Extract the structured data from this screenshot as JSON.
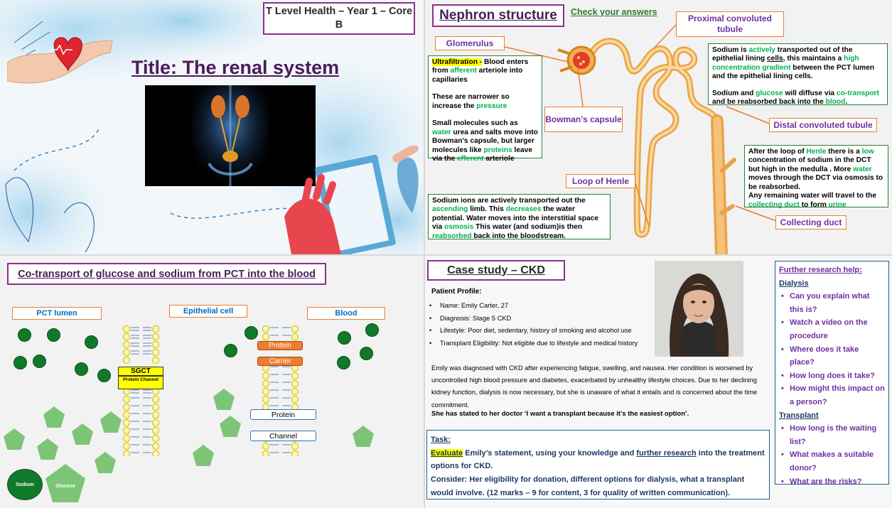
{
  "slide1": {
    "course_label": "T Level Health – Year 1 – Core B",
    "title": "Title: The renal system",
    "heart_icon": "heart-in-hand-icon"
  },
  "slide2": {
    "title": "Nephron structure",
    "check_answers": "Check your answers",
    "labels": {
      "pct": "Proximal convoluted tubule",
      "glomerulus": "Glomerulus",
      "bowmans": "Bowman’s capsule",
      "dct": "Distal convoluted tubule",
      "loop": "Loop of Henle",
      "collecting": "Collecting duct"
    },
    "ultrafiltration": {
      "term": "Ultrafiltration -",
      "p1a": " Blood enters from ",
      "afferent": "afferent",
      "p1b": " arteriole into capillaries",
      "p2a": "These are narrower so increase the ",
      "pressure": "pressure",
      "p3a": "Small molecules such as ",
      "water": "water",
      "p3b": " urea and salts move into Bowman’s capsule, but larger molecules like ",
      "proteins": "proteins",
      "p3c": " leave via the ",
      "efferent": "efferent",
      "p3d": " arteriole"
    },
    "pct_box": {
      "a": "Sodium is ",
      "actively": "actively",
      "b": " transported out of the epithelial lining ",
      "cells": "cells",
      "c": ", this maintains a ",
      "high_grad": "high concentration gradient",
      "d": " between the PCT lumen and the epithelial lining cells.",
      "e": "Sodium and ",
      "glucose": "glucose",
      "f": " will diffuse via ",
      "cotransport": "co-transport",
      "g": " and be reabsorbed back into the ",
      "blood": "blood",
      "h": "."
    },
    "dct_box": {
      "a": "After the loop of ",
      "henle": "Henle",
      "b": " there is a ",
      "low": "low",
      "c": " concentration of sodium in the DCT but high in the medulla . More ",
      "water": "water",
      "d": " moves through the DCT via osmosis to be reabsorbed.",
      "e": "Any remaining water will travel to the ",
      "collecting": "collecting duct",
      "f": " to form ",
      "urine": "urine"
    },
    "loop_box": {
      "a": "Sodium ions are actively transported out the ",
      "ascending": "ascending",
      "b": " limb. This ",
      "decreases": "decreases",
      "c": " the water potential. Water moves into the interstitial space via ",
      "osmosis": "osmosis",
      "d": " This water (and sodium)is then ",
      "reabsorbed": "reabsorbed",
      "e": " back into the bloodstream."
    }
  },
  "slide3": {
    "title": "Co-transport of glucose and sodium from PCT into the blood",
    "pct_lumen": "PCT lumen",
    "epithelial": "Epithelial cell",
    "blood": "Blood",
    "sgct": "SGCT",
    "protein_channel": "Protein Channel",
    "protein": "Protein",
    "carrier": "Carrier",
    "protein2": "Protein",
    "channel": "Channel",
    "sodium": "Sodium",
    "glucose": "Glucose"
  },
  "slide4": {
    "title": "Case study – CKD",
    "profile_heading": "Patient Profile:",
    "profile": [
      "Name: Emily Carter, 27",
      "Diagnosis: Stage 5 CKD",
      "Lifestyle: Poor diet, sedentary, history of smoking and alcohol use",
      "Transplant Eligibility: Not eligible due to lifestyle and medical history"
    ],
    "paragraph": "Emily was diagnosed with CKD after experiencing fatigue, swelling, and nausea. Her condition is worsened by uncontrolled high blood pressure and diabetes, exacerbated by unhealthy lifestyle choices. Due to her declining kidney function, dialysis is now necessary, but she is unaware of what it entails and is concerned about the time commitment.",
    "quote": "She has stated to her doctor ‘I want a transplant because it’s the easiest option’.",
    "task": {
      "heading": "Task:",
      "evaluate": "Evaluate",
      "t1": " Emily’s statement, using your knowledge and ",
      "further": "further research",
      "t2": " into the treatment options for CKD.",
      "consider": "Consider: Her eligibility for donation, different options for dialysis, what a transplant would involve. (12 marks – 9 for content, 3 for quality of written communication)."
    },
    "research": {
      "heading": "Further research help:",
      "dialysis": "Dialysis",
      "dialysis_items": [
        "Can you explain what this is?",
        "Watch a video on the procedure",
        "Where does it take place?",
        "How long does it take?",
        "How might this impact on a person?"
      ],
      "transplant": "Transplant",
      "transplant_items": [
        "How long is the waiting list?",
        "What makes a suitable donor?",
        "What are the risks?"
      ]
    }
  }
}
